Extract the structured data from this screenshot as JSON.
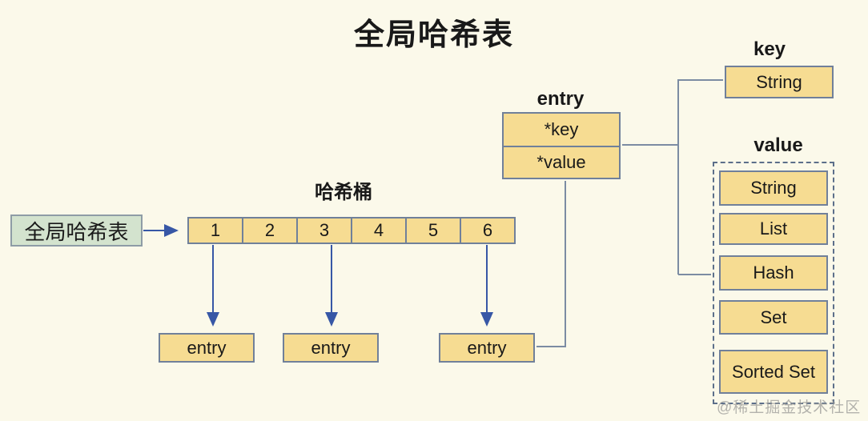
{
  "title": "全局哈希表",
  "colors": {
    "background": "#FBF9EA",
    "box_fill": "#F6DC92",
    "box_border": "#70809A",
    "global_table_fill": "#D3E3CE",
    "arrow": "#3757A6",
    "connector": "#7C8CA3"
  },
  "global_table": {
    "label": "全局哈希表"
  },
  "bucket": {
    "label": "哈希桶",
    "cells": [
      "1",
      "2",
      "3",
      "4",
      "5",
      "6"
    ]
  },
  "entry_nodes": {
    "items": [
      "entry",
      "entry",
      "entry"
    ]
  },
  "entry_struct": {
    "label": "entry",
    "fields": [
      "*key",
      "*value"
    ]
  },
  "key_section": {
    "label": "key",
    "type": "String"
  },
  "value_section": {
    "label": "value",
    "types": [
      "String",
      "List",
      "Hash",
      "Set",
      "Sorted Set"
    ]
  },
  "watermark": "@稀土掘金技术社区"
}
